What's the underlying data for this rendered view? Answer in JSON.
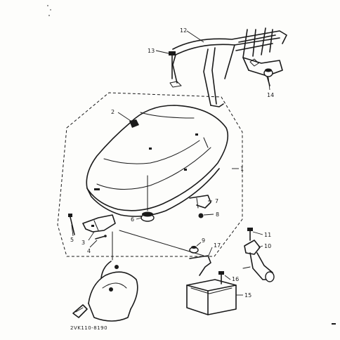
{
  "diagram": {
    "drawing_code": "2VK110-8190",
    "callouts": [
      {
        "id": "c1",
        "label": "1"
      },
      {
        "id": "c2",
        "label": "2"
      },
      {
        "id": "c3",
        "label": "3"
      },
      {
        "id": "c4",
        "label": "4"
      },
      {
        "id": "c5",
        "label": "5"
      },
      {
        "id": "c6",
        "label": "6"
      },
      {
        "id": "c7",
        "label": "7"
      },
      {
        "id": "c8",
        "label": "8"
      },
      {
        "id": "c9",
        "label": "9"
      },
      {
        "id": "c10",
        "label": "10"
      },
      {
        "id": "c11",
        "label": "11"
      },
      {
        "id": "c12",
        "label": "12"
      },
      {
        "id": "c13",
        "label": "13"
      },
      {
        "id": "c14",
        "label": "14"
      },
      {
        "id": "c15",
        "label": "15"
      },
      {
        "id": "c16",
        "label": "16"
      },
      {
        "id": "c17",
        "label": "17"
      }
    ]
  }
}
